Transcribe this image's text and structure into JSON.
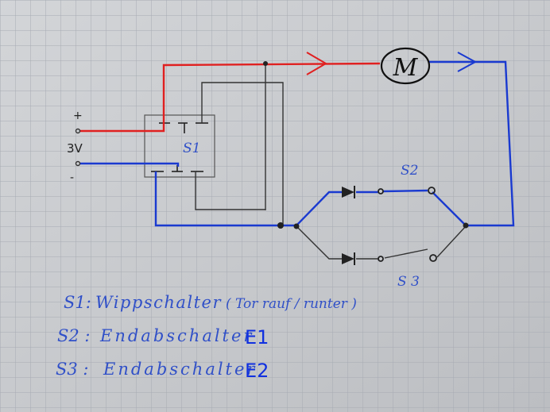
{
  "labels": {
    "plus": "+",
    "voltage": "3V",
    "minus": "-",
    "s1": "S1",
    "s2": "S2",
    "s3": "S 3",
    "motor": "M"
  },
  "legend": {
    "line1_sym": "S1:",
    "line1_text": "Wippschalter",
    "line1_note": "( Tor rauf / runter )",
    "line2_sym": "S2 :",
    "line2_text": "Endabschalter",
    "line2_tag": "E1",
    "line3_sym": "S3 :",
    "line3_text": "Endabschalter",
    "line3_tag": "E2"
  },
  "colors": {
    "positive": "#e02020",
    "negative": "#1a3ad0",
    "wire": "#333333",
    "ink": "#3050c8",
    "grid": "#a7abb3",
    "paper": "#c9cbcf"
  }
}
